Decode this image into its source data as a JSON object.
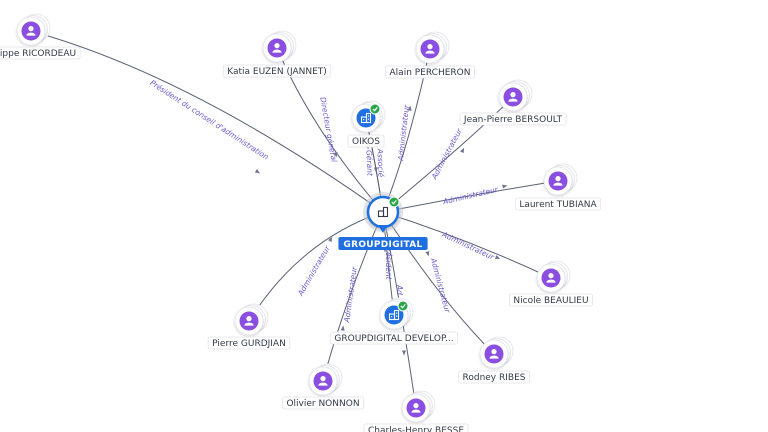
{
  "colors": {
    "person": "#8a4fe0",
    "company": "#1f6fe0",
    "check": "#2aa64a",
    "edge": "#5a6275",
    "edge_label": "#6a5acd"
  },
  "center": {
    "label": "GROUPDIGITAL",
    "icon": "building-icon"
  },
  "persons": [
    {
      "id": "p-ricordeau",
      "label": "ippe RICORDEAU",
      "icon": "person-icon"
    },
    {
      "id": "p-euzen",
      "label": "Katia EUZEN (JANNET)",
      "icon": "person-icon"
    },
    {
      "id": "p-percheron",
      "label": "Alain PERCHERON",
      "icon": "person-icon"
    },
    {
      "id": "p-bersoult",
      "label": "Jean-Pierre BERSOULT",
      "icon": "person-icon"
    },
    {
      "id": "p-tubiana",
      "label": "Laurent TUBIANA",
      "icon": "person-icon"
    },
    {
      "id": "p-beaulieu",
      "label": "Nicole BEAULIEU",
      "icon": "person-icon"
    },
    {
      "id": "p-ribes",
      "label": "Rodney RIBES",
      "icon": "person-icon"
    },
    {
      "id": "p-besse",
      "label": "Charles-Henry BESSE",
      "icon": "person-icon"
    },
    {
      "id": "p-nonnon",
      "label": "Olivier NONNON",
      "icon": "person-icon"
    },
    {
      "id": "p-gurdjian",
      "label": "Pierre GURDJIAN",
      "icon": "person-icon"
    }
  ],
  "companies": [
    {
      "id": "c-oikos",
      "label": "OIKOS",
      "icon": "building-icon"
    },
    {
      "id": "c-develop",
      "label": "GROUPDIGITAL DEVELOP...",
      "icon": "building-icon"
    }
  ],
  "edges": [
    {
      "to": "p-ricordeau",
      "label": "Président du conseil d'administration"
    },
    {
      "to": "p-euzen",
      "label": "Directeur général"
    },
    {
      "to": "p-percheron",
      "label": "Administrateur"
    },
    {
      "to": "p-bersoult",
      "label": "Administrateur"
    },
    {
      "to": "p-tubiana",
      "label": "Administrateur"
    },
    {
      "to": "p-beaulieu",
      "label": "Administrateur"
    },
    {
      "to": "p-ribes",
      "label": "Administrateur"
    },
    {
      "to": "p-besse",
      "label": "Ad"
    },
    {
      "to": "p-nonnon",
      "label": "Administrateur"
    },
    {
      "to": "p-gurdjian",
      "label": "Administrateur"
    },
    {
      "to": "c-oikos",
      "label": "Gérant"
    },
    {
      "to": "c-oikos",
      "label": "Associé"
    },
    {
      "to": "c-develop",
      "label": "Président"
    }
  ]
}
